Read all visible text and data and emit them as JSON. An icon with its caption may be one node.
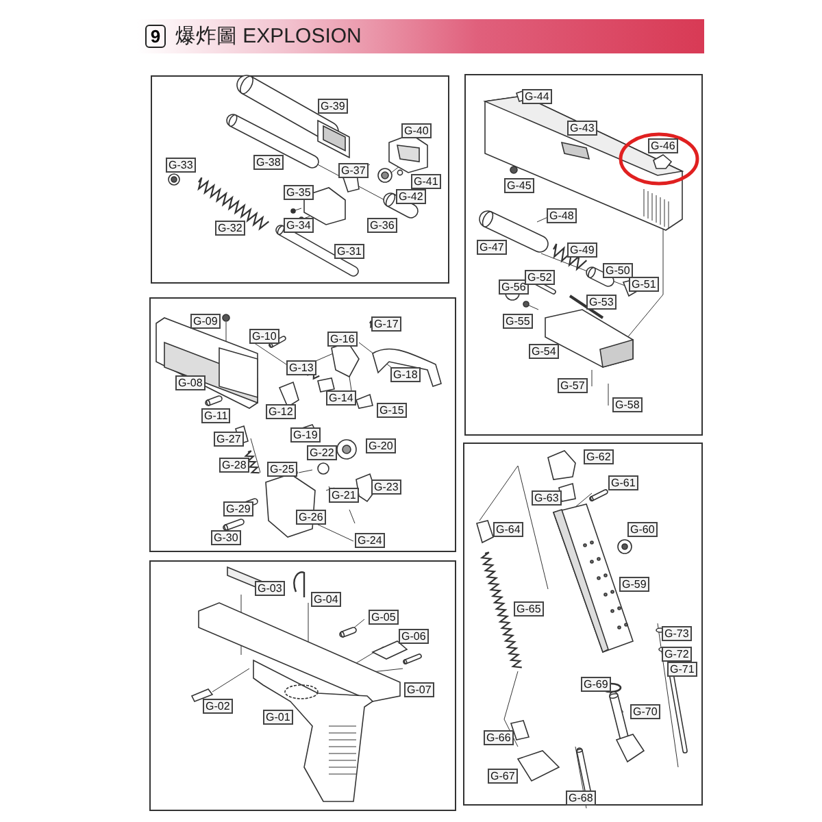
{
  "diagram": {
    "title": "爆炸圖 EXPLOSION",
    "labels": [
      "9",
      "G-39",
      "G-40",
      "G-38",
      "G-37",
      "G-41",
      "G-33",
      "G-35",
      "G-42",
      "G-32",
      "G-34",
      "G-36",
      "G-31",
      "G-44",
      "G-43",
      "G-46",
      "G-45",
      "G-48",
      "G-47",
      "G-49",
      "G-50",
      "G-56",
      "G-52",
      "G-51",
      "G-53",
      "G-55",
      "G-54",
      "G-57",
      "G-58",
      "G-09",
      "G-17",
      "G-10",
      "G-16",
      "G-13",
      "G-18",
      "G-08",
      "G-14",
      "G-12",
      "G-15",
      "G-11",
      "G-19",
      "G-27",
      "G-20",
      "G-22",
      "G-28",
      "G-25",
      "G-23",
      "G-21",
      "G-29",
      "G-26",
      "G-30",
      "G-24",
      "G-03",
      "G-04",
      "G-05",
      "G-06",
      "G-07",
      "G-02",
      "G-01",
      "G-62",
      "G-61",
      "G-63",
      "G-64",
      "G-60",
      "G-59",
      "G-65",
      "G-73",
      "G-72",
      "G-71",
      "G-69",
      "G-70",
      "G-66",
      "G-67",
      "G-68"
    ]
  }
}
